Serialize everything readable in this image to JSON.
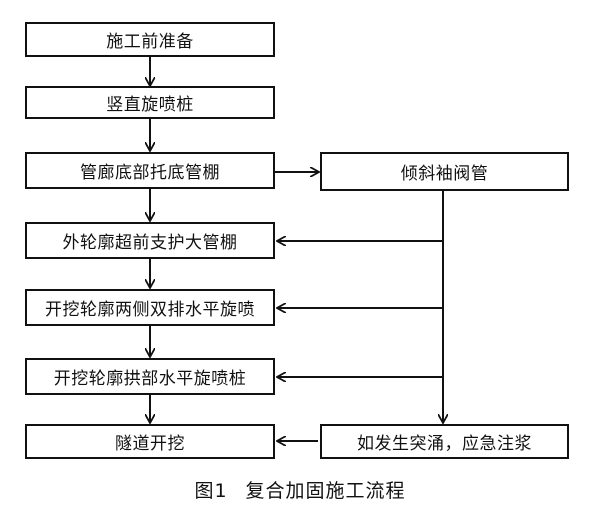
{
  "steps": [
    "施工前准备",
    "竖直旋喷桩",
    "管廊底部托底管棚",
    "外轮廓超前支护大管棚",
    "开挖轮廓两侧双排水平旋喷",
    "开挖轮廓拱部水平旋喷桩",
    "隧道开挖"
  ],
  "side_steps": [
    "倾斜袖阀管",
    "如发生突涌，应急注浆"
  ],
  "caption": {
    "figure_no": "图1",
    "title": "复合加固施工流程"
  }
}
